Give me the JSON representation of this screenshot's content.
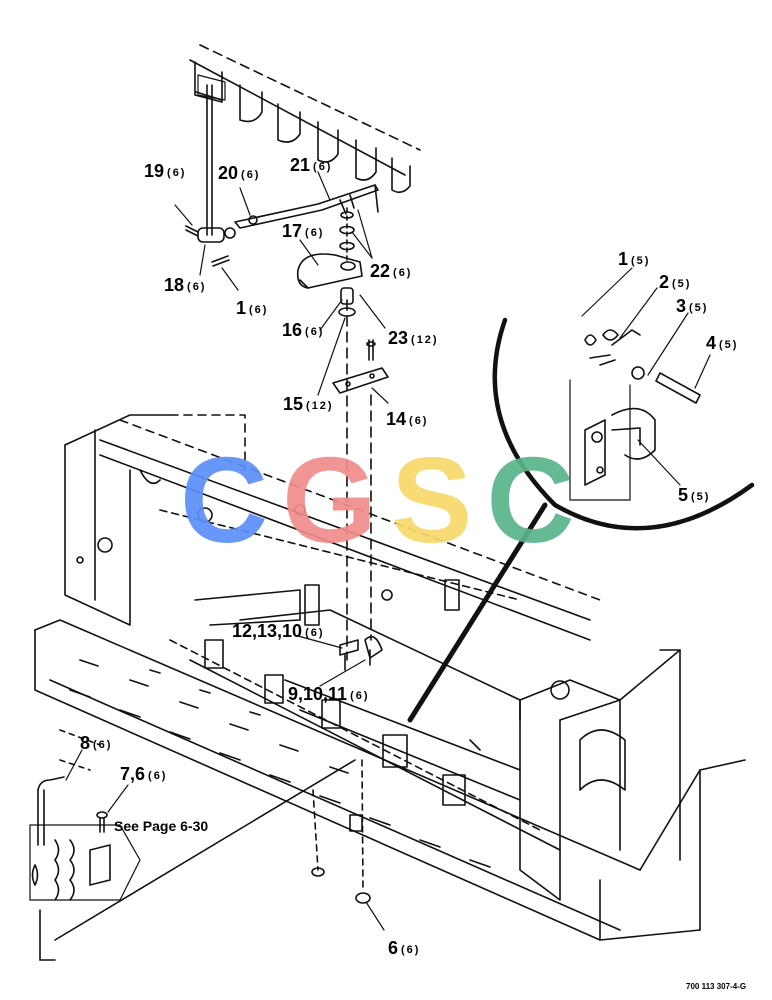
{
  "callouts": [
    {
      "num": "19",
      "qty": "(6)"
    },
    {
      "num": "20",
      "qty": "(6)"
    },
    {
      "num": "21",
      "qty": "(6)"
    },
    {
      "num": "17",
      "qty": "(6)"
    },
    {
      "num": "22",
      "qty": "(6)"
    },
    {
      "num": "18",
      "qty": "(6)"
    },
    {
      "num": "1",
      "qty": "(6)"
    },
    {
      "num": "16",
      "qty": "(6)"
    },
    {
      "num": "23",
      "qty": "(12)"
    },
    {
      "num": "15",
      "qty": "(12)"
    },
    {
      "num": "14",
      "qty": "(6)"
    },
    {
      "num": "12,13,10",
      "qty": "(6)"
    },
    {
      "num": "9,10,11",
      "qty": "(6)"
    },
    {
      "num": "8",
      "qty": "(6)"
    },
    {
      "num": "7,6",
      "qty": "(6)"
    },
    {
      "num": "6",
      "qty": "(6)"
    },
    {
      "num": "1",
      "qty": "(5)"
    },
    {
      "num": "2",
      "qty": "(5)"
    },
    {
      "num": "3",
      "qty": "(5)"
    },
    {
      "num": "4",
      "qty": "(5)"
    },
    {
      "num": "5",
      "qty": "(5)"
    }
  ],
  "page_reference": "See Page 6-30",
  "drawing_code": "700 113 307-4-G",
  "watermark": {
    "letters": [
      "C",
      "G",
      "S",
      "C"
    ],
    "colors": [
      "#5b8ff9",
      "#f08c8c",
      "#f9d86b",
      "#5ab58a"
    ]
  }
}
